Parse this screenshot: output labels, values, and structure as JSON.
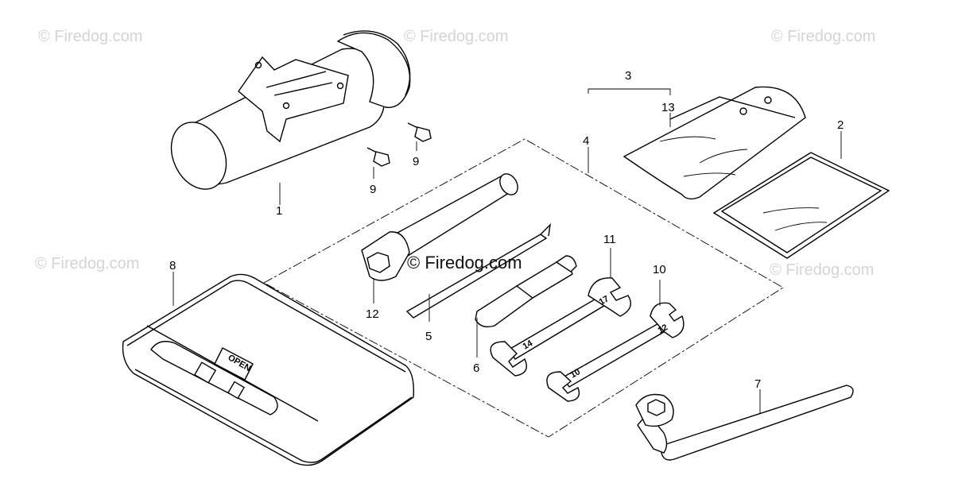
{
  "watermarks": [
    "© Firedog.com",
    "© Firedog.com",
    "© Firedog.com",
    "© Firedog.com",
    "© Firedog.com"
  ],
  "center_watermark": "© Firedog.com",
  "case_stamp": "OPEN",
  "wrench_sizes": {
    "w11_a": "17",
    "w11_b": "14",
    "w10_a": "12",
    "w10_b": "10"
  },
  "callouts": {
    "c1": "1",
    "c2": "2",
    "c3": "3",
    "c4": "4",
    "c5": "5",
    "c6": "6",
    "c7": "7",
    "c8": "8",
    "c9a": "9",
    "c9b": "9",
    "c10": "10",
    "c11": "11",
    "c12": "12",
    "c13": "13"
  }
}
